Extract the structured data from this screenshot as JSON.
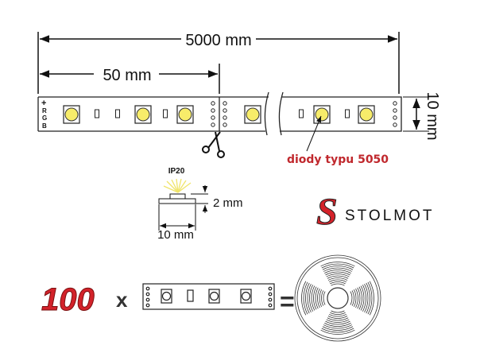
{
  "dimensions": {
    "total_length": "5000 mm",
    "segment_length": "50 mm",
    "width": "10 mm",
    "height": "2 mm",
    "profile_width": "10 mm"
  },
  "strip": {
    "pin_labels": [
      "+",
      "R",
      "G",
      "B"
    ]
  },
  "labels": {
    "diode_type": "diody typu 5050",
    "ip_rating": "IP20"
  },
  "brand": {
    "name": "STOLMOT",
    "logo_letter": "S"
  },
  "equation": {
    "count": "100",
    "times": "x",
    "equals": "="
  },
  "colors": {
    "accent_red": "#d3222a",
    "led_yellow": "#f7ec6a",
    "label_red": "#c0282d"
  }
}
